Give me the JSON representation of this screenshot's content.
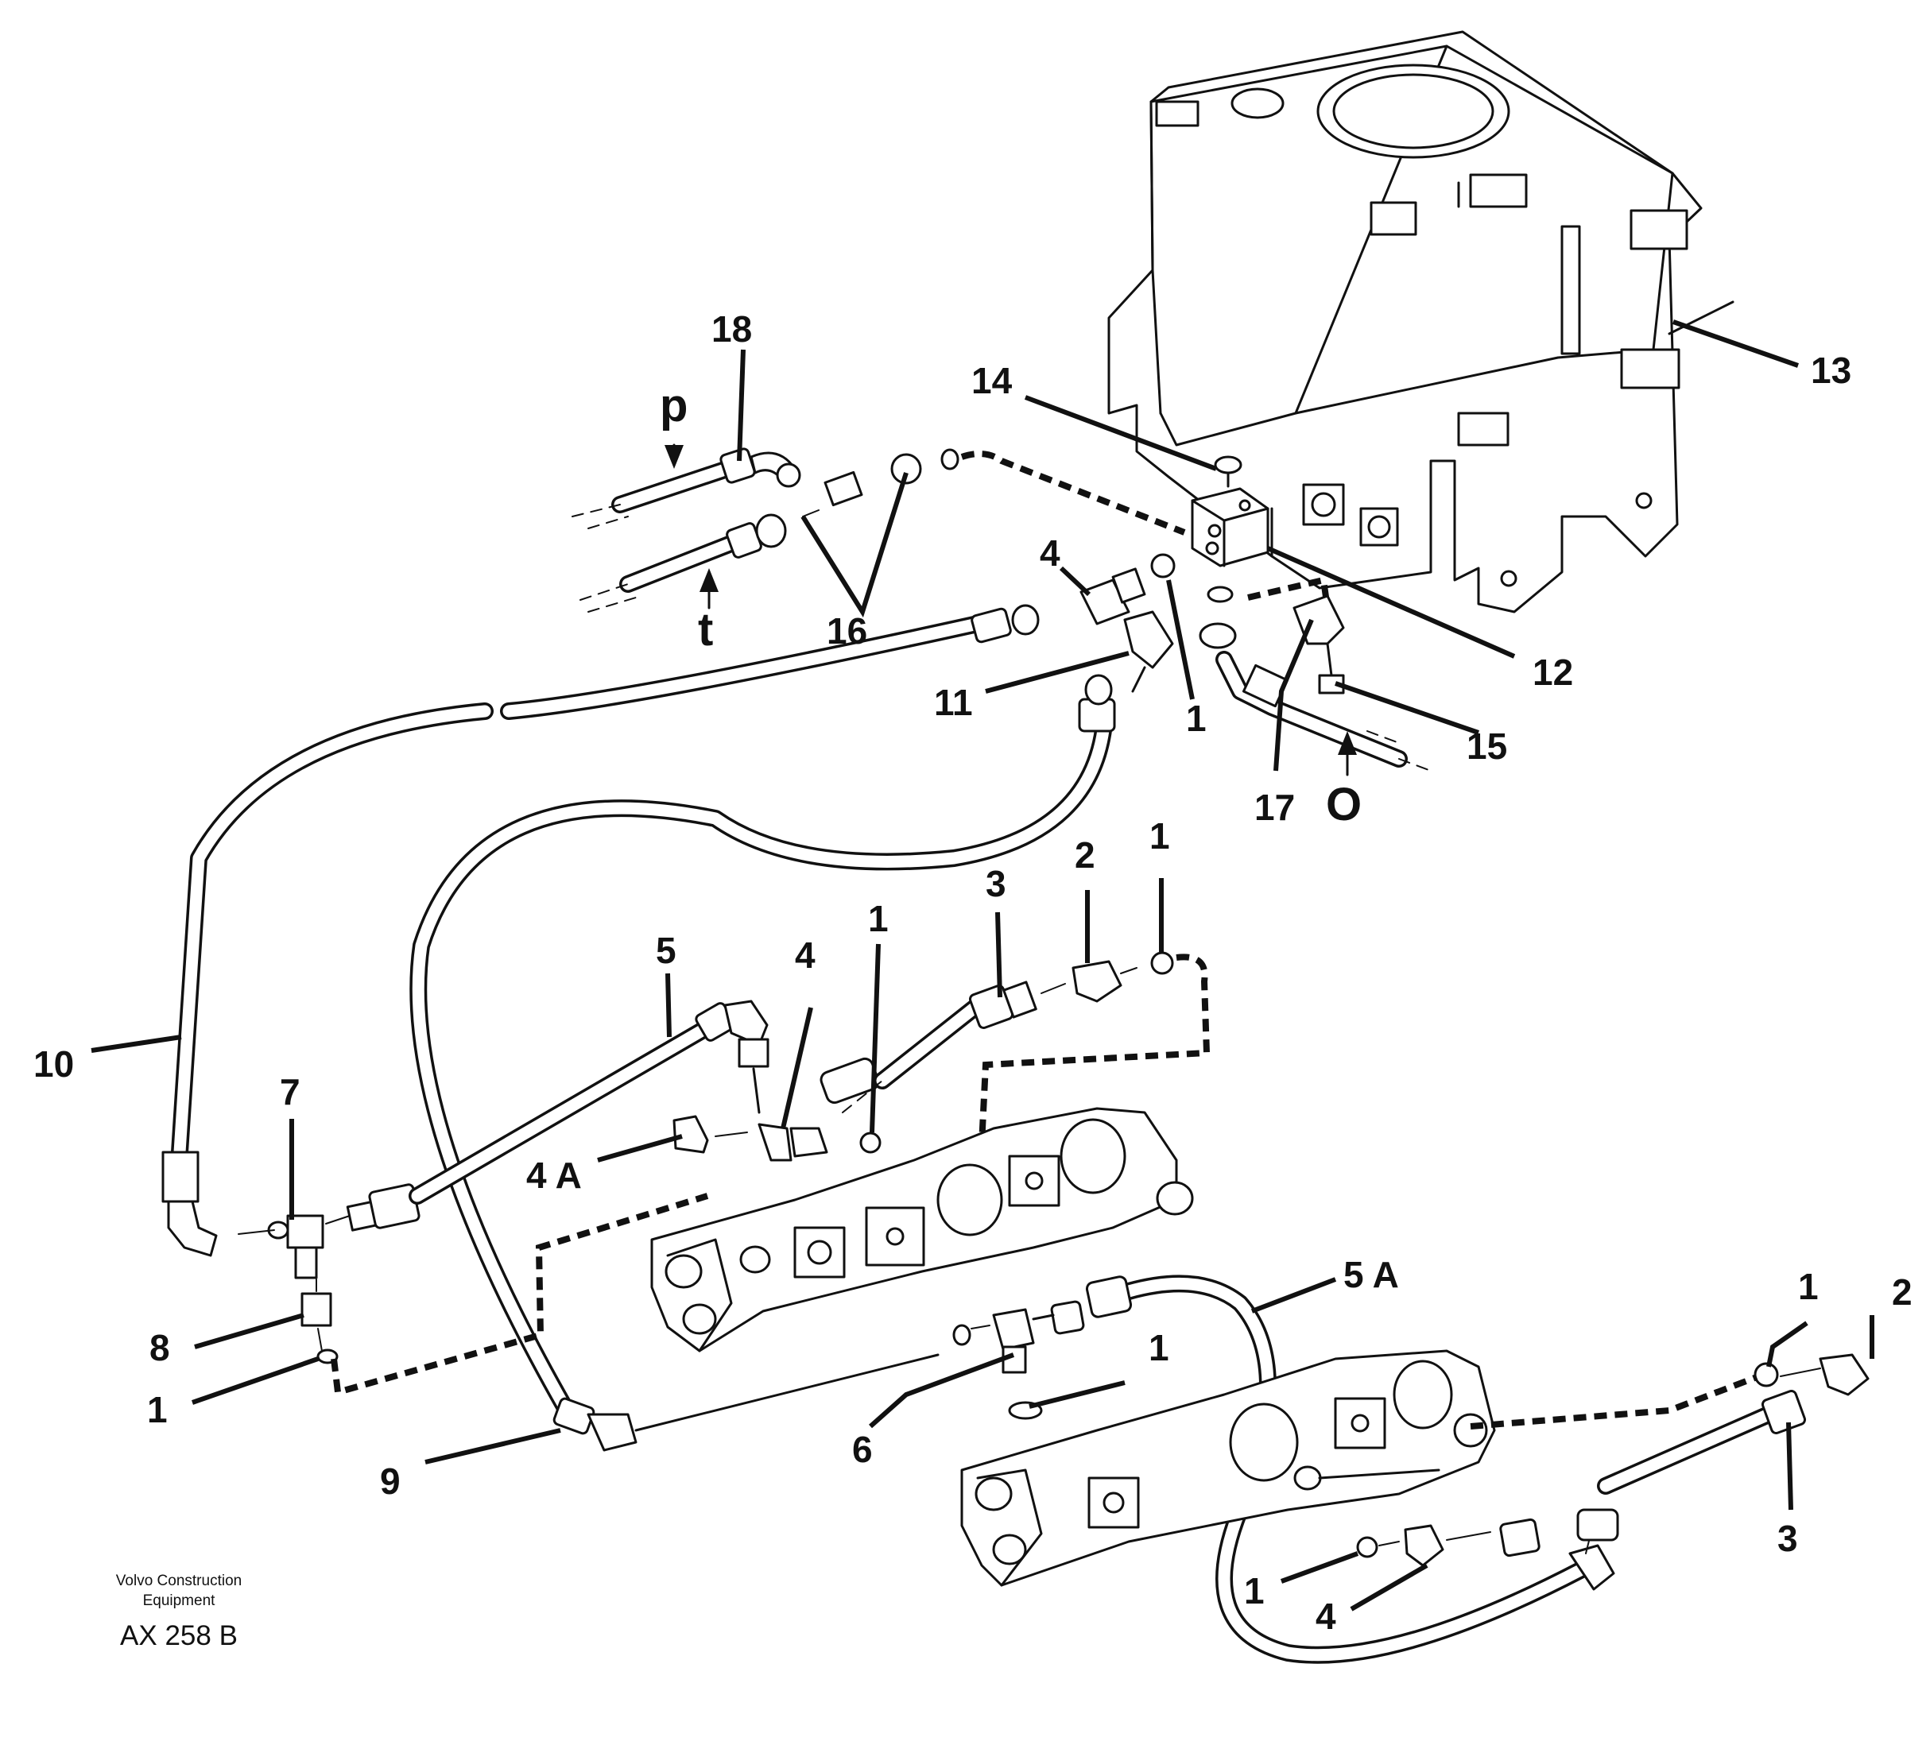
{
  "diagram": {
    "callouts": [
      {
        "id": "c18",
        "text": "18"
      },
      {
        "id": "c14",
        "text": "14"
      },
      {
        "id": "c13",
        "text": "13"
      },
      {
        "id": "c12",
        "text": "12"
      },
      {
        "id": "c16",
        "text": "16"
      },
      {
        "id": "c4-top",
        "text": "4"
      },
      {
        "id": "c11",
        "text": "11"
      },
      {
        "id": "c1-top",
        "text": "1"
      },
      {
        "id": "c15",
        "text": "15"
      },
      {
        "id": "c17",
        "text": "17"
      },
      {
        "id": "c10",
        "text": "10"
      },
      {
        "id": "c7",
        "text": "7"
      },
      {
        "id": "c5",
        "text": "5"
      },
      {
        "id": "c4-mid",
        "text": "4"
      },
      {
        "id": "c1-mid",
        "text": "1"
      },
      {
        "id": "c3-mid",
        "text": "3"
      },
      {
        "id": "c2-mid",
        "text": "2"
      },
      {
        "id": "c1-mid-right",
        "text": "1"
      },
      {
        "id": "c4a",
        "text": "4 A"
      },
      {
        "id": "c8",
        "text": "8"
      },
      {
        "id": "c1-left",
        "text": "1"
      },
      {
        "id": "c9",
        "text": "9"
      },
      {
        "id": "c6",
        "text": "6"
      },
      {
        "id": "c1-low",
        "text": "1"
      },
      {
        "id": "c5a",
        "text": "5 A"
      },
      {
        "id": "c1-right",
        "text": "1"
      },
      {
        "id": "c2-right",
        "text": "2"
      },
      {
        "id": "c3-right",
        "text": "3"
      },
      {
        "id": "c1-bottom",
        "text": "1"
      },
      {
        "id": "c4-bottom",
        "text": "4"
      }
    ],
    "port_letters": {
      "p": "p",
      "t": "t",
      "o": "O"
    },
    "credit": {
      "line1": "Volvo Construction",
      "line2": "Equipment"
    },
    "drawing_code": "AX 258 B"
  }
}
